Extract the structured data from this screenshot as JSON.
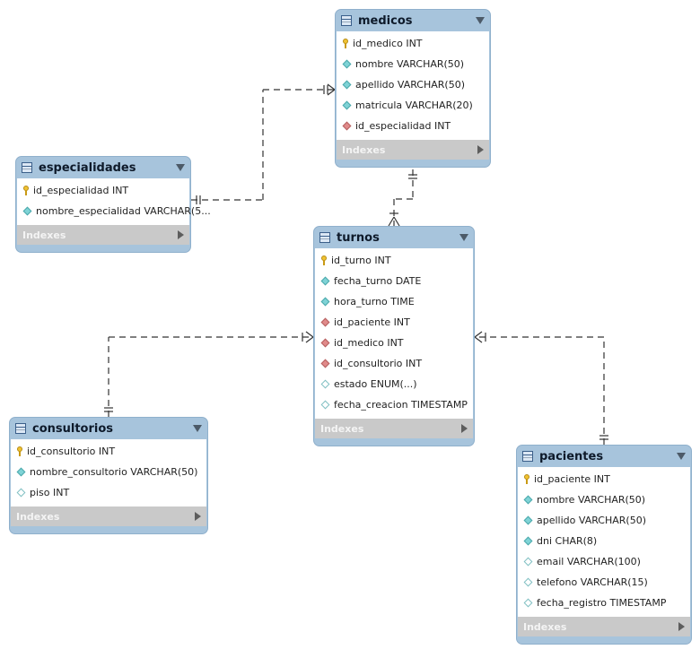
{
  "diagram": {
    "tables": [
      {
        "id": "medicos",
        "name": "medicos",
        "indexes_label": "Indexes",
        "columns": [
          {
            "text": "id_medico INT",
            "kind": "pk"
          },
          {
            "text": "nombre VARCHAR(50)",
            "kind": "nn"
          },
          {
            "text": "apellido VARCHAR(50)",
            "kind": "nn"
          },
          {
            "text": "matricula VARCHAR(20)",
            "kind": "nn"
          },
          {
            "text": "id_especialidad INT",
            "kind": "fk"
          }
        ]
      },
      {
        "id": "especialidades",
        "name": "especialidades",
        "indexes_label": "Indexes",
        "columns": [
          {
            "text": "id_especialidad INT",
            "kind": "pk"
          },
          {
            "text": "nombre_especialidad VARCHAR(5...",
            "kind": "nn"
          }
        ]
      },
      {
        "id": "turnos",
        "name": "turnos",
        "indexes_label": "Indexes",
        "columns": [
          {
            "text": "id_turno INT",
            "kind": "pk"
          },
          {
            "text": "fecha_turno DATE",
            "kind": "nn"
          },
          {
            "text": "hora_turno TIME",
            "kind": "nn"
          },
          {
            "text": "id_paciente INT",
            "kind": "fk"
          },
          {
            "text": "id_medico INT",
            "kind": "fk"
          },
          {
            "text": "id_consultorio INT",
            "kind": "fk"
          },
          {
            "text": "estado ENUM(...)",
            "kind": "nul"
          },
          {
            "text": "fecha_creacion TIMESTAMP",
            "kind": "nul"
          }
        ]
      },
      {
        "id": "consultorios",
        "name": "consultorios",
        "indexes_label": "Indexes",
        "columns": [
          {
            "text": "id_consultorio INT",
            "kind": "pk"
          },
          {
            "text": "nombre_consultorio VARCHAR(50)",
            "kind": "nn"
          },
          {
            "text": "piso INT",
            "kind": "nul"
          }
        ]
      },
      {
        "id": "pacientes",
        "name": "pacientes",
        "indexes_label": "Indexes",
        "columns": [
          {
            "text": "id_paciente INT",
            "kind": "pk"
          },
          {
            "text": "nombre VARCHAR(50)",
            "kind": "nn"
          },
          {
            "text": "apellido VARCHAR(50)",
            "kind": "nn"
          },
          {
            "text": "dni CHAR(8)",
            "kind": "nn"
          },
          {
            "text": "email VARCHAR(100)",
            "kind": "nul"
          },
          {
            "text": "telefono VARCHAR(15)",
            "kind": "nul"
          },
          {
            "text": "fecha_registro TIMESTAMP",
            "kind": "nul"
          }
        ]
      }
    ],
    "relationships": [
      {
        "from": "especialidades",
        "to": "medicos"
      },
      {
        "from": "medicos",
        "to": "turnos"
      },
      {
        "from": "consultorios",
        "to": "turnos"
      },
      {
        "from": "pacientes",
        "to": "turnos"
      }
    ]
  }
}
